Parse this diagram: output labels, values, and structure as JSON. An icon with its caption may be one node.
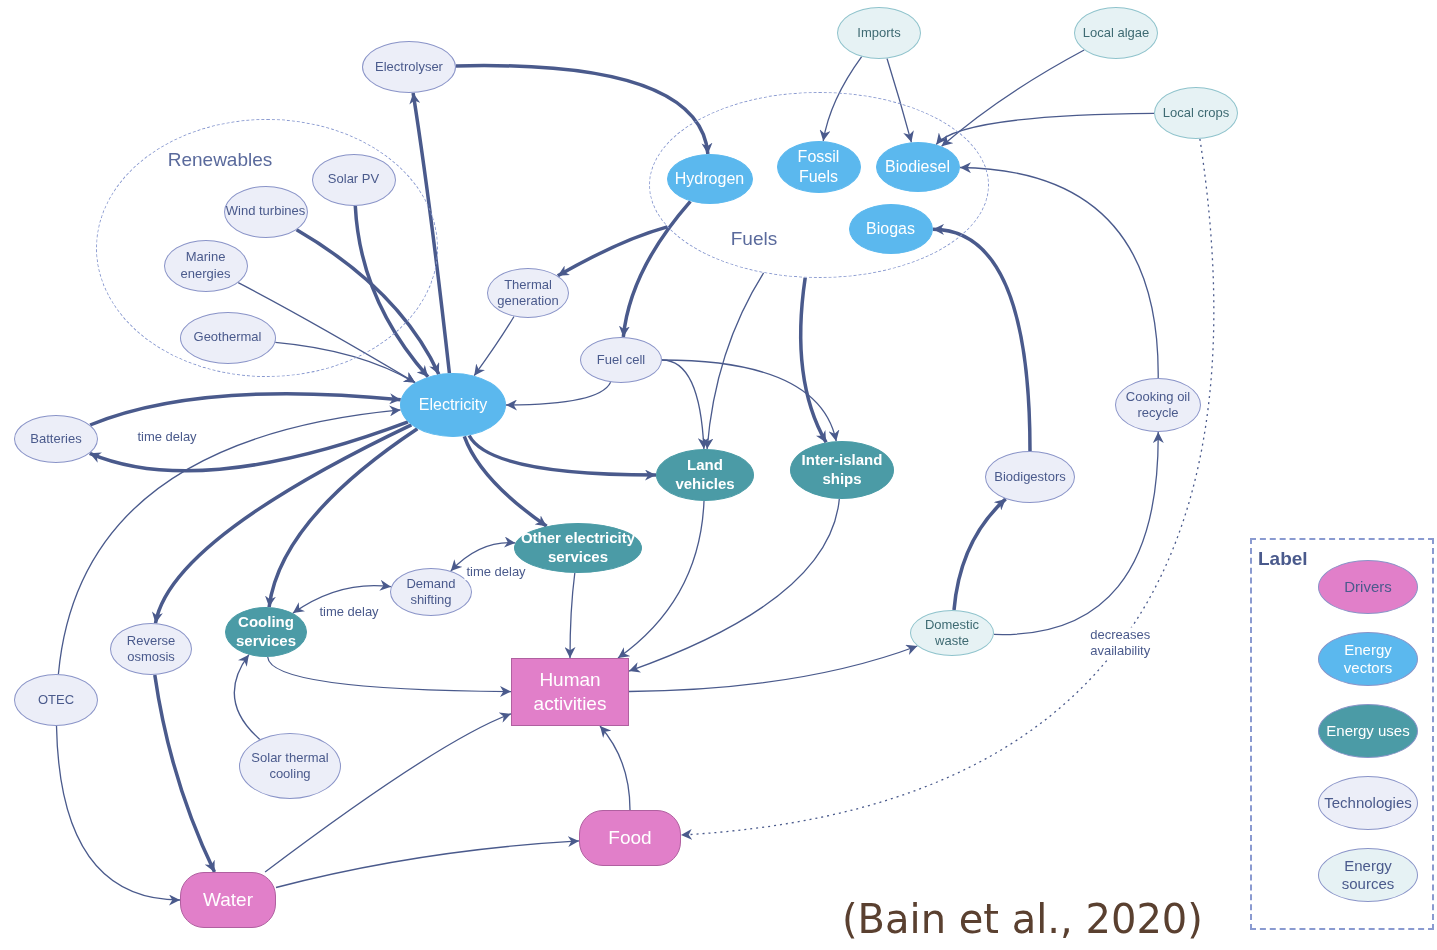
{
  "diagram": {
    "caption": "(Bain et al., 2020)",
    "nodes": [
      {
        "text": [
          "Renewables"
        ]
      },
      {
        "text": [
          "Solar PV"
        ],
        "in": 0
      },
      {
        "text": [
          "Wind turbines"
        ],
        "in": 0
      },
      {
        "text": [
          "Marine energies"
        ],
        "in": 0
      },
      {
        "text": [
          "Geothermal"
        ],
        "in": 0
      },
      {
        "text": [
          "Electrolyser"
        ]
      },
      {
        "text": [
          "Imports"
        ]
      },
      {
        "text": [
          "Local algae"
        ]
      },
      {
        "text": [
          "Local crops"
        ]
      },
      {
        "text": [
          "Fuels"
        ]
      },
      {
        "text": [
          "Hydrogen"
        ],
        "in": 9
      },
      {
        "text": [
          "Fossil Fuels"
        ],
        "in": 9
      },
      {
        "text": [
          "Biodiesel"
        ],
        "in": 9
      },
      {
        "text": [
          "Biogas"
        ],
        "in": 9
      },
      {
        "text": [
          "Thermal generation"
        ]
      },
      {
        "text": [
          "Fuel cell"
        ]
      },
      {
        "text": [
          "Electricity"
        ]
      },
      {
        "text": [
          "Batteries"
        ]
      },
      {
        "text": [
          "Land vehicles"
        ]
      },
      {
        "text": [
          "Inter-island ships"
        ]
      },
      {
        "text": [
          "Biodigestors"
        ]
      },
      {
        "text": [
          "Cooking oil recycle"
        ]
      },
      {
        "text": [
          "Other electricity services"
        ]
      },
      {
        "text": [
          "Demand shifting"
        ]
      },
      {
        "text": [
          "Cooling services"
        ]
      },
      {
        "text": [
          "Reverse osmosis"
        ]
      },
      {
        "text": [
          "OTEC"
        ]
      },
      {
        "text": [
          "Human activities"
        ]
      },
      {
        "text": [
          "Domestic waste"
        ]
      },
      {
        "text": [
          "Solar thermal cooling"
        ]
      },
      {
        "text": [
          "Food"
        ]
      },
      {
        "text": [
          "Water"
        ]
      }
    ],
    "edges": [
      {
        "from": 1,
        "to": 16,
        "arrow": "to",
        "style": "thick"
      },
      {
        "from": 2,
        "to": 16,
        "arrow": "to",
        "style": "thick"
      },
      {
        "from": 3,
        "to": 16,
        "arrow": "to"
      },
      {
        "from": 4,
        "to": 16,
        "arrow": "to"
      },
      {
        "from": 16,
        "to": 5,
        "arrow": "to",
        "style": "thick"
      },
      {
        "from": 5,
        "to": 10,
        "arrow": "to",
        "style": "thick"
      },
      {
        "from": 6,
        "to": 11,
        "arrow": "to"
      },
      {
        "from": 6,
        "to": 12,
        "arrow": "to"
      },
      {
        "from": 7,
        "to": 12,
        "arrow": "to"
      },
      {
        "from": 8,
        "to": 12,
        "arrow": "to"
      },
      {
        "from": 9,
        "to": 14,
        "arrow": "to",
        "style": "thick"
      },
      {
        "from": 10,
        "to": 15,
        "arrow": "to",
        "style": "thick"
      },
      {
        "from": 14,
        "to": 16,
        "arrow": "to"
      },
      {
        "from": 15,
        "to": 16,
        "arrow": "to"
      },
      {
        "from": 17,
        "to": 16,
        "arrow": "to",
        "style": "thick"
      },
      {
        "from": 16,
        "to": 17,
        "label": "time delay",
        "arrow": "to",
        "style": "thick"
      },
      {
        "from": 26,
        "to": 16,
        "arrow": "to"
      },
      {
        "from": 16,
        "to": 18,
        "arrow": "to",
        "style": "thick"
      },
      {
        "from": 15,
        "to": 18,
        "arrow": "to"
      },
      {
        "from": 15,
        "to": 19,
        "arrow": "to"
      },
      {
        "from": 9,
        "to": 18,
        "arrow": "to"
      },
      {
        "from": 9,
        "to": 19,
        "arrow": "to",
        "style": "thick"
      },
      {
        "from": 16,
        "to": 22,
        "arrow": "to",
        "style": "thick"
      },
      {
        "from": 16,
        "to": 24,
        "arrow": "to",
        "style": "thick"
      },
      {
        "from": 16,
        "to": 25,
        "arrow": "to",
        "style": "thick"
      },
      {
        "from": 23,
        "to": 22,
        "label": "time delay",
        "arrow": "both"
      },
      {
        "from": 24,
        "to": 23,
        "label": "time delay",
        "arrow": "both"
      },
      {
        "from": 29,
        "to": 24,
        "arrow": "to"
      },
      {
        "from": 24,
        "to": 27,
        "arrow": "to"
      },
      {
        "from": 22,
        "to": 27,
        "arrow": "to"
      },
      {
        "from": 18,
        "to": 27,
        "arrow": "to"
      },
      {
        "from": 19,
        "to": 27,
        "arrow": "to"
      },
      {
        "from": 31,
        "to": 27,
        "arrow": "to"
      },
      {
        "from": 30,
        "to": 27,
        "arrow": "to"
      },
      {
        "from": 31,
        "to": 30,
        "arrow": "to"
      },
      {
        "from": 25,
        "to": 31,
        "arrow": "to",
        "style": "thick"
      },
      {
        "from": 26,
        "to": 31,
        "arrow": "to"
      },
      {
        "from": 27,
        "to": 28,
        "arrow": "to"
      },
      {
        "from": 28,
        "to": 20,
        "arrow": "to",
        "style": "thick"
      },
      {
        "from": 28,
        "to": 21,
        "arrow": "to"
      },
      {
        "from": 20,
        "to": 13,
        "arrow": "to",
        "style": "thick"
      },
      {
        "from": 21,
        "to": 12,
        "arrow": "to"
      },
      {
        "from": 8,
        "to": 30,
        "label": "decreases availability",
        "arrow": "to",
        "style": "dashed"
      }
    ],
    "labels": [
      "Label"
    ],
    "legend": [
      {
        "text": "Drivers",
        "color": "#e17fc9"
      },
      {
        "text": "Energy vectors",
        "color": "#5bb8ee"
      },
      {
        "text": "Energy uses",
        "color": "#4b9ba6"
      },
      {
        "text": "Technologies",
        "color": "#eceef8"
      },
      {
        "text": "Energy sources",
        "color": "#e6f2f4"
      }
    ]
  }
}
